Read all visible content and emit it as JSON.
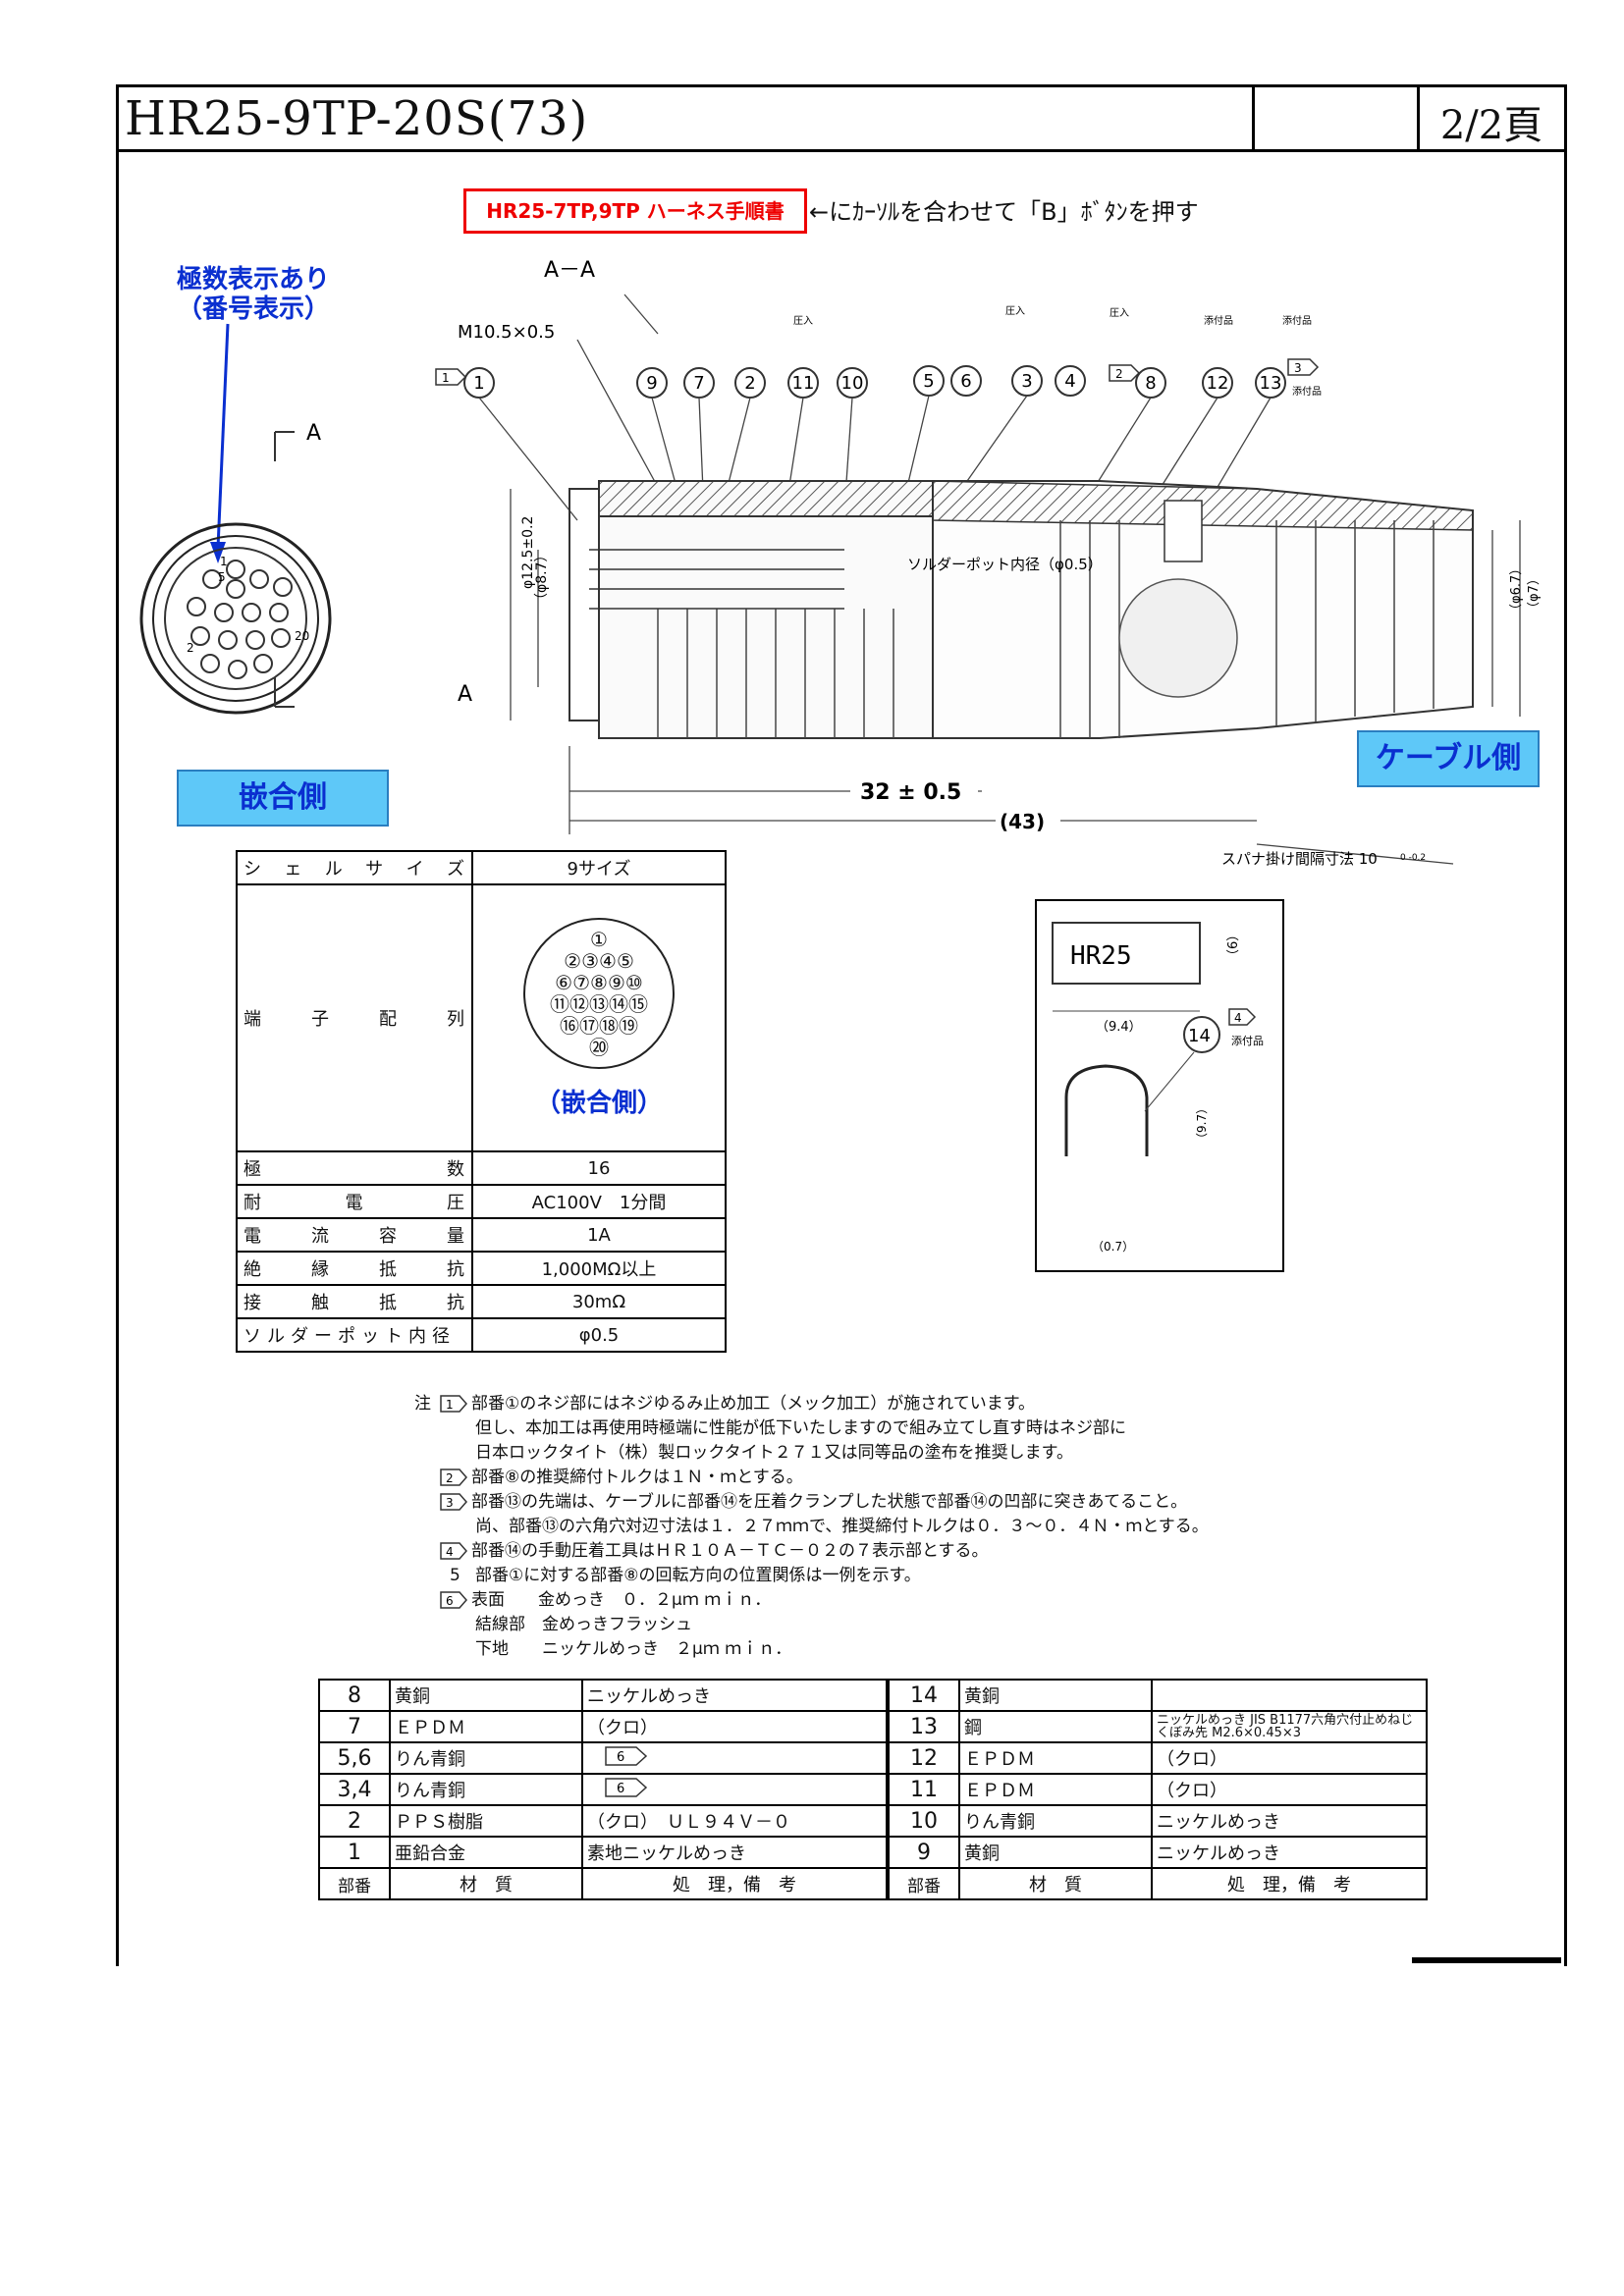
{
  "header": {
    "title": "HR25-9TP-20S(73)",
    "page": "2/2頁"
  },
  "link": {
    "label": "HR25-7TP,9TP ハーネス手順書",
    "note": "←にｶｰｿﾙを合わせて「B」ﾎﾞﾀﾝを押す"
  },
  "callouts": {
    "polarity": [
      "極数表示あり",
      "（番号表示）"
    ],
    "mating_side": "嵌合側",
    "cable_side": "ケーブル側",
    "pin_layout_caption": "（嵌合側）"
  },
  "drawing": {
    "section_label": "A－A",
    "section_marker": "A",
    "thread": "M10.5×0.5",
    "balloons": [
      "1",
      "9",
      "7",
      "2",
      "11",
      "10",
      "5",
      "6",
      "3",
      "4",
      "8",
      "12",
      "13"
    ],
    "small_tags": [
      "圧入",
      "圧入",
      "圧入",
      "添付品",
      "添付品",
      "添付品"
    ],
    "note_flags": [
      "1",
      "2",
      "3"
    ],
    "solder_pot": "ソルダーポット内径（φ0.5）",
    "dim_d1": "φ12.5±0.2",
    "dim_d2": "（φ8.7）",
    "dim_d3": "（φ6.7）",
    "dim_d4": "（φ7）",
    "len1": "32 ± 0.5",
    "len2": "(43)",
    "spanner": "スパナ掛け間隔寸法 10",
    "spanner_tol": "0 -0.2",
    "pin_numbers": [
      "5",
      "1",
      "20",
      "2"
    ]
  },
  "detail": {
    "text": "HR25",
    "dim_a": "（6）",
    "dim_b": "（9.4）",
    "balloon": "14",
    "flag": "4",
    "tag": "添付品",
    "dim_c": "（9.7）",
    "dim_d": "（0.7）"
  },
  "spec": {
    "rows": [
      {
        "key": [
          "シ",
          "ェ",
          "ル",
          "サ",
          "イ",
          "ズ"
        ],
        "value": "9サイズ"
      },
      {
        "key": [
          "端",
          "子",
          "配",
          "列"
        ],
        "value": ""
      },
      {
        "key": [
          "極",
          "数"
        ],
        "value": "16"
      },
      {
        "key": [
          "耐",
          "電",
          "圧"
        ],
        "value": "AC100V　1分間"
      },
      {
        "key": [
          "電",
          "流",
          "容",
          "量"
        ],
        "value": "1A"
      },
      {
        "key": [
          "絶",
          "縁",
          "抵",
          "抗"
        ],
        "value": "1,000MΩ以上"
      },
      {
        "key": [
          "接",
          "触",
          "抵",
          "抗"
        ],
        "value": "30mΩ"
      },
      {
        "key": [
          "ソルダーポット内径"
        ],
        "value": "φ0.5"
      }
    ],
    "pin_rows": [
      [
        "①"
      ],
      [
        "②",
        "③",
        "④",
        "⑤"
      ],
      [
        "⑥",
        "⑦",
        "⑧",
        "⑨",
        "⑩"
      ],
      [
        "⑪",
        "⑫",
        "⑬",
        "⑭",
        "⑮"
      ],
      [
        "⑯",
        "⑰",
        "⑱",
        "⑲"
      ],
      [
        "⑳"
      ]
    ]
  },
  "notes": {
    "prefix": "注",
    "lines": [
      {
        "flag": "1",
        "text": "部番①のネジ部にはネジゆるみ止め加工（メック加工）が施されています。"
      },
      {
        "flag": "",
        "text": "但し、本加工は再使用時極端に性能が低下いたしますので組み立てし直す時はネジ部に"
      },
      {
        "flag": "",
        "text": "日本ロックタイト（株）製ロックタイト２７１又は同等品の塗布を推奨します。"
      },
      {
        "flag": "2",
        "text": "部番⑧の推奨締付トルクは１Ｎ・ｍとする。"
      },
      {
        "flag": "3",
        "text": "部番⑬の先端は、ケーブルに部番⑭を圧着クランプした状態で部番⑭の凹部に突きあてること。"
      },
      {
        "flag": "",
        "text": "尚、部番⑬の六角穴対辺寸法は１．２７ｍｍで、推奨締付トルクは０．３～０．４Ｎ・ｍとする。"
      },
      {
        "flag": "4",
        "text": "部番⑭の手動圧着工具はＨＲ１０Ａ－ＴＣ－０２の７表示部とする。"
      },
      {
        "flag": "plain5",
        "text": "部番①に対する部番⑧の回転方向の位置関係は一例を示す。"
      },
      {
        "flag": "6",
        "text": "表面　　金めっき　０．２μｍ ｍｉｎ．"
      },
      {
        "flag": "",
        "text": "結線部　金めっきフラッシュ"
      },
      {
        "flag": "",
        "text": "下地　　ニッケルめっき　２μｍ ｍｉｎ．"
      }
    ],
    "plain5": "5"
  },
  "parts": {
    "rows": [
      {
        "l_no": "8",
        "l_mat": "黄銅",
        "l_trt": "ニッケルめっき",
        "r_no": "14",
        "r_mat": "黄銅",
        "r_trt": ""
      },
      {
        "l_no": "7",
        "l_mat": "ＥＰＤＭ",
        "l_trt": "（クロ）",
        "r_no": "13",
        "r_mat": "鋼",
        "r_trt": "ニッケルめっき JIS B1177六角穴付止めねじ くぼみ先 M2.6×0.45×3"
      },
      {
        "l_no": "5,6",
        "l_mat": "りん青銅",
        "l_trt": "6",
        "r_no": "12",
        "r_mat": "ＥＰＤＭ",
        "r_trt": "（クロ）"
      },
      {
        "l_no": "3,4",
        "l_mat": "りん青銅",
        "l_trt": "6",
        "r_no": "11",
        "r_mat": "ＥＰＤＭ",
        "r_trt": "（クロ）"
      },
      {
        "l_no": "2",
        "l_mat": "ＰＰＳ樹脂",
        "l_trt": "（クロ）　ＵＬ９４Ｖ－０",
        "r_no": "10",
        "r_mat": "りん青銅",
        "r_trt": "ニッケルめっき"
      },
      {
        "l_no": "1",
        "l_mat": "亜鉛合金",
        "l_trt": "素地ニッケルめっき",
        "r_no": "9",
        "r_mat": "黄銅",
        "r_trt": "ニッケルめっき"
      }
    ],
    "header": {
      "no": "部番",
      "mat": "材　質",
      "trt": "処　理，備　考"
    }
  }
}
